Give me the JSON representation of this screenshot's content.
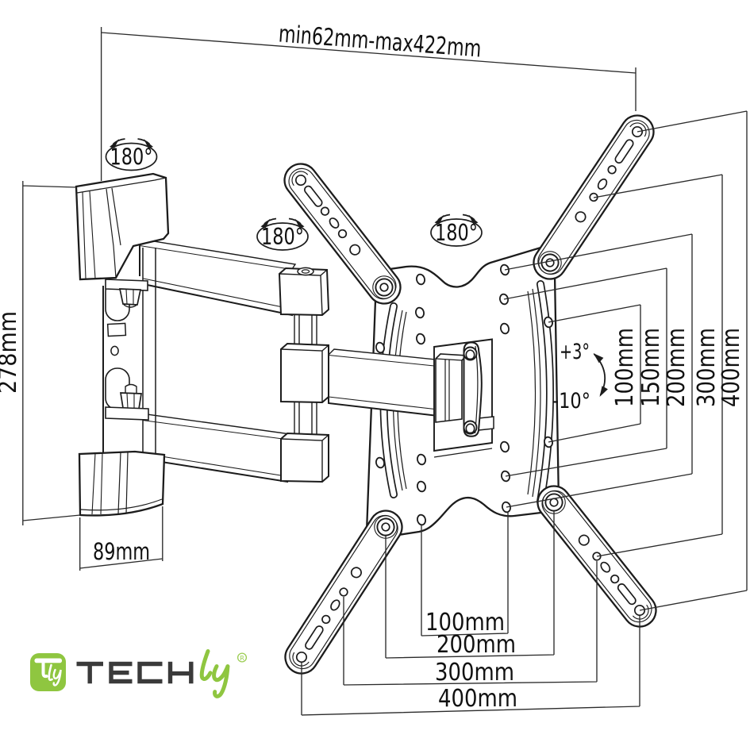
{
  "colors": {
    "background": "#ffffff",
    "line": "#1c1c1c",
    "dimension_line": "#2b2b2b",
    "text": "#111111",
    "brand_green": "#8fc640",
    "brand_gray": "#3a3a3a"
  },
  "dimensions": {
    "extension": "min62mm-max422mm",
    "bracket_height": "278mm",
    "bracket_depth": "89mm",
    "swivel_wall": "180°",
    "swivel_elbow": "180°",
    "swivel_plate": "180°",
    "tilt_up": "+3°",
    "tilt_down": "-10°",
    "vesa_width": [
      "100mm",
      "200mm",
      "300mm",
      "400mm"
    ],
    "vesa_height": [
      "100mm",
      "150mm",
      "200mm",
      "300mm",
      "400mm"
    ]
  },
  "logo": {
    "icon_text": "Tly",
    "word": "TECH",
    "script": "ly",
    "registered_letter": "R",
    "registered": "®"
  }
}
